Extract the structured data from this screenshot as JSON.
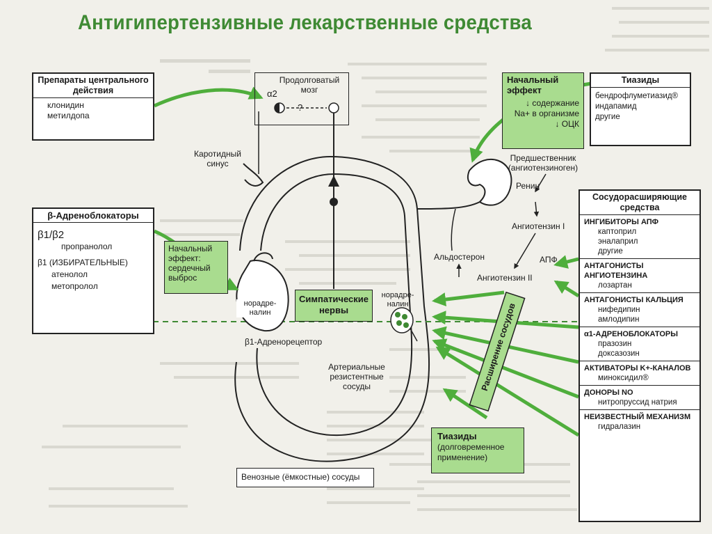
{
  "title": "Антигипертензивные лекарственные средства",
  "central": {
    "heading": "Препараты центрального действия",
    "drugs": [
      "клонидин",
      "метилдопа"
    ]
  },
  "beta": {
    "heading": "β-Адреноблокаторы",
    "nonsel": "β1/β2",
    "nonsel_drug": "пропранолол",
    "sel": "β1 (ИЗБИРАТЕЛЬНЫЕ)",
    "sel_drugs": [
      "атенолол",
      "метопролол"
    ]
  },
  "medulla": {
    "label": "Продолговатый мозг",
    "alpha2": "α2"
  },
  "carotid": "Каротидный синус",
  "initial_cardiac": "Начальный эффект: сердечный выброс",
  "noradrenaline_heart": "норадре- налин",
  "noradrenaline_vessel": "норадре- налин",
  "beta1_receptor": "β1-Адренорецептор",
  "sympathetic": "Симпатические нервы",
  "resistance_vessels": "Артериальные резистентные сосуды",
  "venous": "Венозные (ёмкостные) сосуды",
  "initial_effect": {
    "heading": "Начальный эффект",
    "line1": "↓ содержание",
    "line2": "Na+ в организме",
    "line3": "↓ ОЦК"
  },
  "thiazides": {
    "heading": "Тиазиды",
    "drugs": [
      "бендрофлуметиазид®",
      "индапамид",
      "другие"
    ]
  },
  "thiazides_long": {
    "heading": "Тиазиды",
    "sub": "(долговременное применение)"
  },
  "raas": {
    "precursor": "Предшественник (ангиотензиноген)",
    "renin": "Ренин",
    "ang1": "Ангиотензин I",
    "ace": "АПФ",
    "ang2": "Ангиотензин II",
    "aldosterone": "Альдостерон"
  },
  "vasodilation": "Расширение сосудов",
  "vasodilators": {
    "heading": "Сосудорасширяющие средства",
    "groups": [
      {
        "name": "ИНГИБИТОРЫ АПФ",
        "drugs": [
          "каптоприл",
          "эналаприл",
          "другие"
        ]
      },
      {
        "name": "АНТАГОНИСТЫ АНГИОТЕНЗИНА",
        "drugs": [
          "лозартан"
        ]
      },
      {
        "name": "АНТАГОНИСТЫ КАЛЬЦИЯ",
        "drugs": [
          "нифедипин",
          "амлодипин"
        ]
      },
      {
        "name": "α1-АДРЕНОБЛОКАТОРЫ",
        "drugs": [
          "празозин",
          "доксазозин"
        ]
      },
      {
        "name": "АКТИВАТОРЫ K+-КАНАЛОВ",
        "drugs": [
          "миноксидил®"
        ]
      },
      {
        "name": "ДОНОРЫ NO",
        "drugs": [
          "нитропруссид натрия"
        ]
      },
      {
        "name": "НЕИЗВЕСТНЫЙ МЕХАНИЗМ",
        "drugs": [
          "гидралазин"
        ]
      }
    ]
  },
  "colors": {
    "accent": "#3f8a34",
    "box_green": "#a9dc8f",
    "arrow": "#4fae3c"
  }
}
